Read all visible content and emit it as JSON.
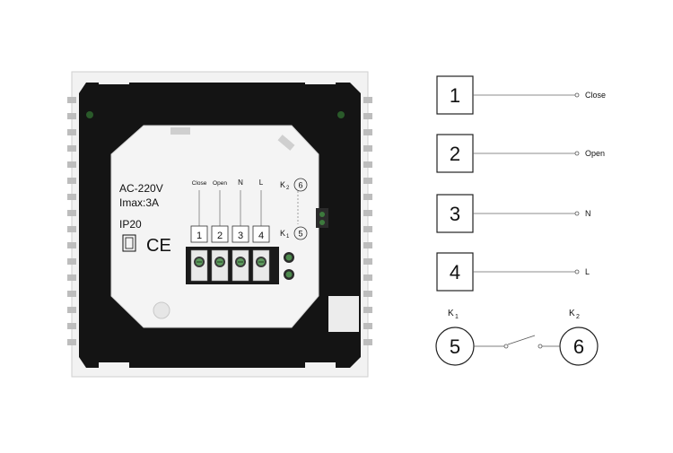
{
  "device": {
    "rating_voltage": "AC-220V",
    "rating_current": "Imax:3A",
    "ip_rating": "IP20",
    "ce_mark": "CE",
    "terminal_labels": [
      "Close",
      "Open",
      "N",
      "L"
    ],
    "terminal_numbers": [
      "1",
      "2",
      "3",
      "4"
    ],
    "k_top_label": "K",
    "k_top_sub": "2",
    "k_top_number": "6",
    "k_bottom_label": "K",
    "k_bottom_sub": "1",
    "k_bottom_number": "5"
  },
  "wiring": {
    "terminals": [
      {
        "number": "1",
        "label": "Close"
      },
      {
        "number": "2",
        "label": "Open"
      },
      {
        "number": "3",
        "label": "N"
      },
      {
        "number": "4",
        "label": "L"
      }
    ],
    "relay": {
      "k1_label": "K",
      "k1_sub": "1",
      "k1_number": "5",
      "k2_label": "K",
      "k2_sub": "2",
      "k2_number": "6"
    }
  },
  "colors": {
    "device_body": "#f4f4f4",
    "back_plate": "#141414",
    "line": "#444444",
    "text": "#111111"
  }
}
